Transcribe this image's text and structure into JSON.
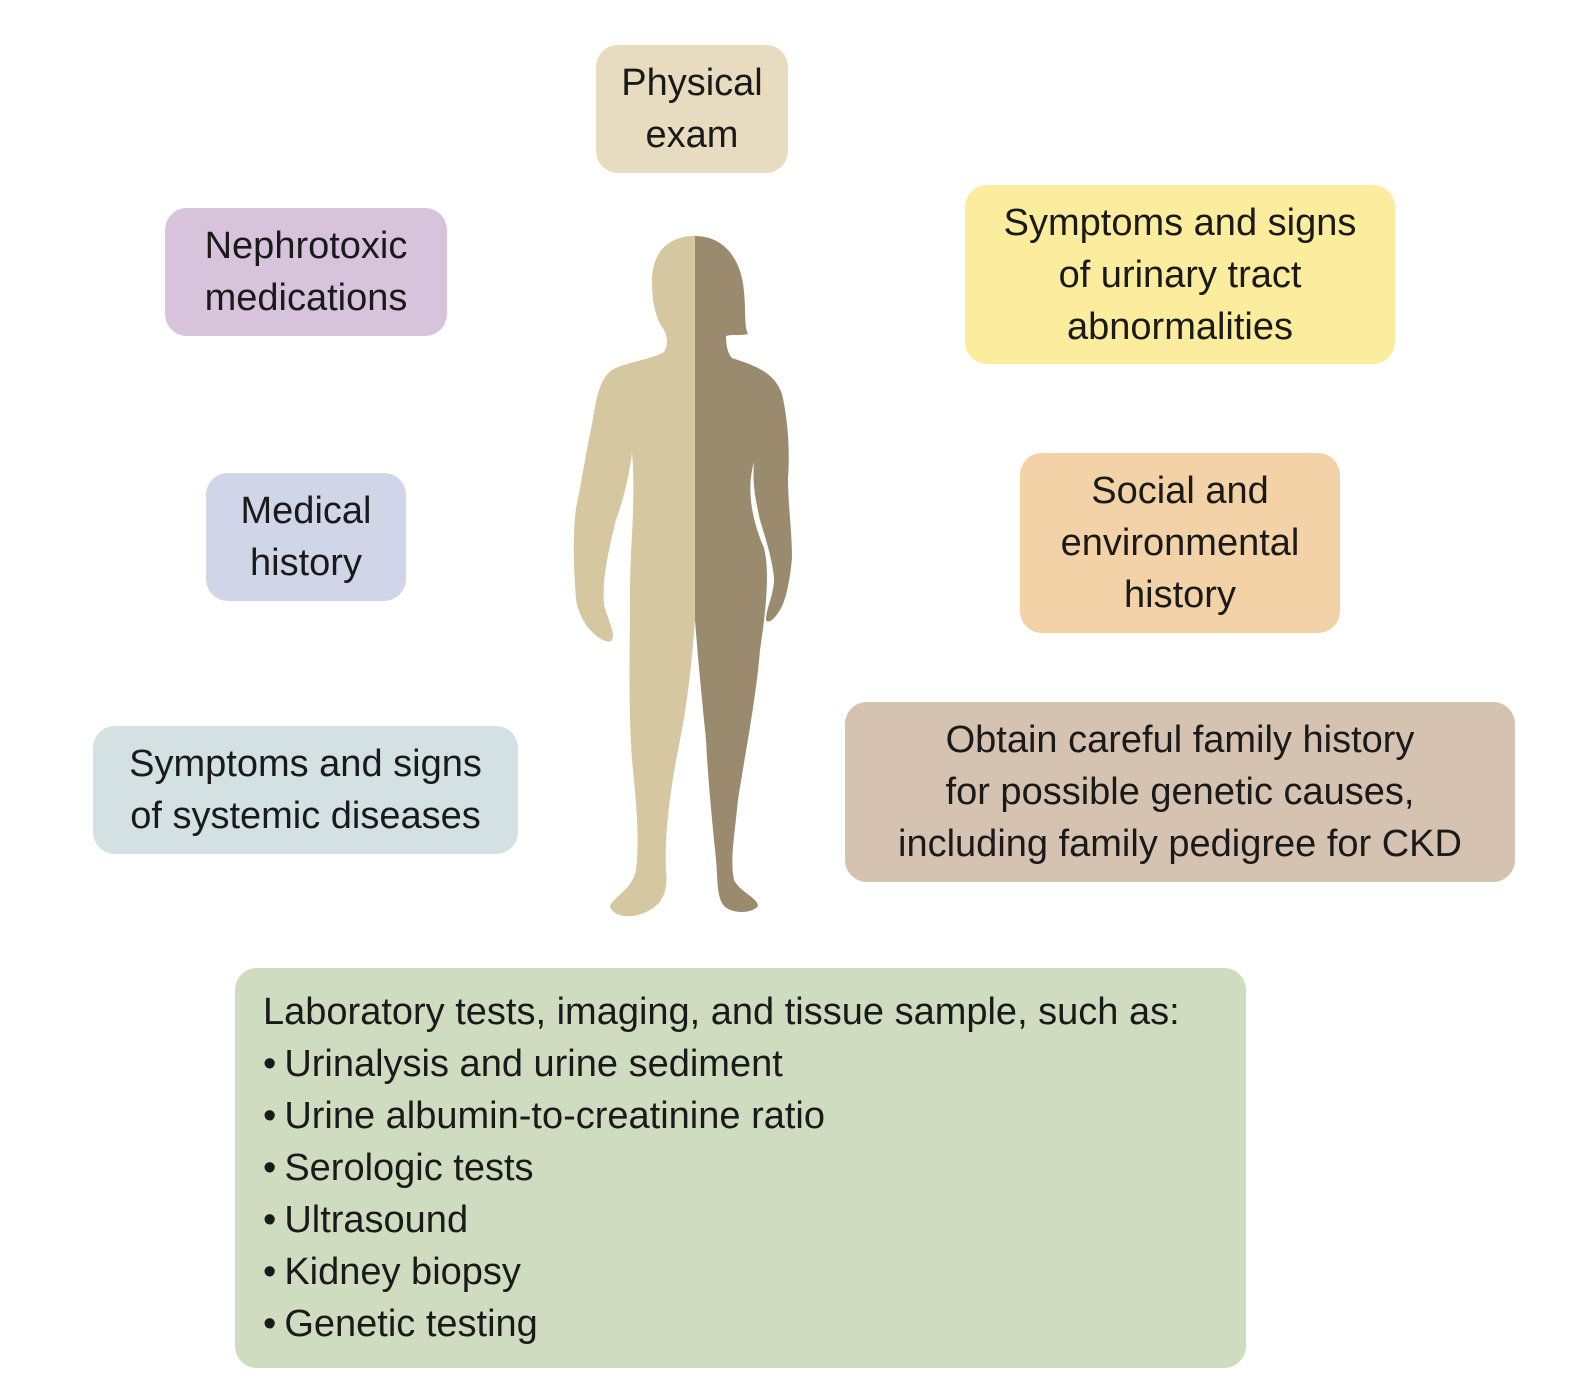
{
  "colors": {
    "physical_exam": "#e8dcc0",
    "nephrotoxic": "#d7c4dc",
    "medical_history": "#d1d5e8",
    "systemic": "#d3e1e2",
    "urinary": "#fbec9e",
    "social": "#f2d2a6",
    "family": "#d6c2b0",
    "lab": "#d0dcc0",
    "figure_light": "#d5c7a0",
    "figure_dark": "#9a8b6e"
  },
  "boxes": {
    "physical_exam": [
      "Physical",
      "exam"
    ],
    "nephrotoxic": [
      "Nephrotoxic",
      "medications"
    ],
    "medical_history": [
      "Medical",
      "history"
    ],
    "systemic": [
      "Symptoms and signs",
      "of systemic diseases"
    ],
    "urinary": [
      "Symptoms and signs",
      "of urinary tract",
      "abnormalities"
    ],
    "social": [
      "Social and",
      "environmental",
      "history"
    ],
    "family": [
      "Obtain careful family history",
      "for possible genetic causes,",
      "including family pedigree for CKD"
    ]
  },
  "lab": {
    "title": "Laboratory tests, imaging, and tissue sample, such as:",
    "items": [
      "Urinalysis and urine sediment",
      "Urine albumin-to-creatinine ratio",
      "Serologic tests",
      "Ultrasound",
      "Kidney biopsy",
      "Genetic testing"
    ]
  }
}
